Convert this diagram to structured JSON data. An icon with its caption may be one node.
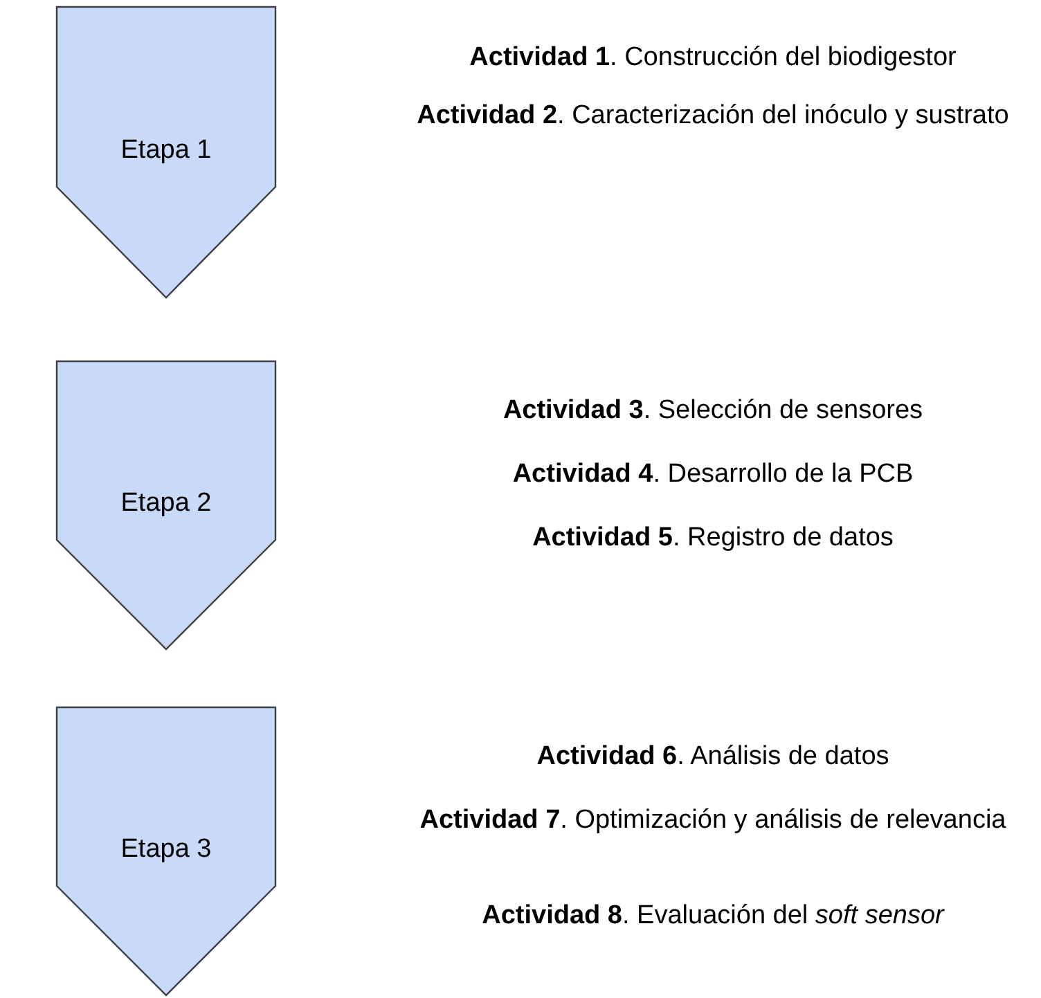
{
  "diagram": {
    "nodes": [
      {
        "text": [
          "Etapa 1"
        ],
        "beside": [
          "**Actividad 1**. Construcción del biodigestor",
          "**Actividad 2**. Caracterización del inóculo y sustrato"
        ]
      },
      {
        "text": [
          "Etapa 2"
        ],
        "beside": [
          "**Actividad 3**. Selección de sensores",
          "**Actividad 4**. Desarrollo de la PCB",
          "**Actividad 5**. Registro de datos"
        ]
      },
      {
        "text": [
          "Etapa 3"
        ],
        "beside": [
          "**Actividad 6**. Análisis de datos",
          "**Actividad 7**. Optimización y análisis de relevancia",
          "**Actividad 8**. Evaluación del *soft sensor*"
        ]
      }
    ],
    "edges": []
  }
}
